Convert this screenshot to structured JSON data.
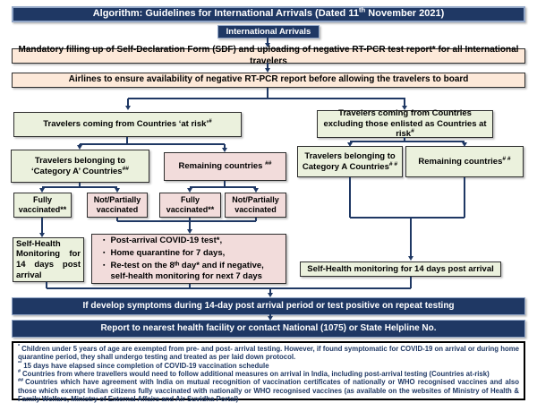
{
  "header": {
    "title_pre": "Algorithm: Guidelines for International Arrivals (Dated 11",
    "title_sup": "th",
    "title_post": " November 2021)"
  },
  "flow": {
    "start": "International Arrivals",
    "mandatory": "Mandatory filling up of Self-Declaration Form (SDF) and uploading of negative RT-PCR test report* for all International travelers",
    "airlines": "Airlines to ensure availability of negative RT-PCR report before allowing the travelers to board",
    "at_risk": {
      "text": "Travelers coming from Countries ‘at risk’",
      "sup": "#"
    },
    "not_at_risk": {
      "text": "Travelers coming from Countries excluding those enlisted as Countries at risk",
      "sup": "#"
    },
    "cat_a_risk": {
      "text": "Travelers belonging to ‘Category A’ Countries",
      "sup": "##"
    },
    "remaining_risk": {
      "text": "Remaining countries ",
      "sup": "##"
    },
    "cat_a_safe": {
      "text": "Travelers belonging to Category A Countries",
      "sup": "# #"
    },
    "remaining_safe": {
      "text": "Remaining countries",
      "sup": "# #"
    },
    "fully_vax_1": "Fully vaccinated**",
    "partial_vax_1": "Not/Partially vaccinated",
    "fully_vax_2": "Fully vaccinated**",
    "partial_vax_2": "Not/Partially vaccinated",
    "self_monitor_left": "Self-Health Monitoring for 14 days post arrival",
    "bullet_char": "▪",
    "bullets": [
      "Post-arrival COVID-19 test*,",
      "Home quarantine for 7 days,",
      "Re-test on the 8ᵗʰ day* and if negative, self-health monitoring for next 7 days"
    ],
    "self_monitor_right": "Self-Health monitoring for 14 days post arrival",
    "symptoms": "If develop symptoms during 14-day post arrival period or test positive on repeat testing",
    "report": "Report to nearest health facility or contact National (1075) or State Helpline No."
  },
  "footnotes": [
    {
      "marker": "*",
      "text": "Children under 5 years of age are exempted from pre- and post- arrival testing. However, if found symptomatic for COVID-19 on arrival or during home quarantine period, they shall undergo testing and treated as per laid down protocol."
    },
    {
      "marker": "**",
      "text": "15 days have elapsed since completion of COVID-19 vaccination schedule"
    },
    {
      "marker": "#",
      "text": "Countries from where travellers would need to follow additional measures on arrival in India, including post-arrival testing (Countries at-risk)"
    },
    {
      "marker": "##",
      "text": "Countries which have agreement with India on mutual recognition of vaccination certificates of nationally or WHO recognised vaccines and also those which exempt Indian citizens fully vaccinated with nationally or WHO recognised vaccines (as available on the websites of Ministry of Health & Family Welfare, Ministry of External Affairs and Air Suvidha Portal)"
    }
  ],
  "colors": {
    "navy": "#1f3864",
    "peach": "#fde9d9",
    "green": "#ebf1dd",
    "pink": "#f2dcdb"
  }
}
